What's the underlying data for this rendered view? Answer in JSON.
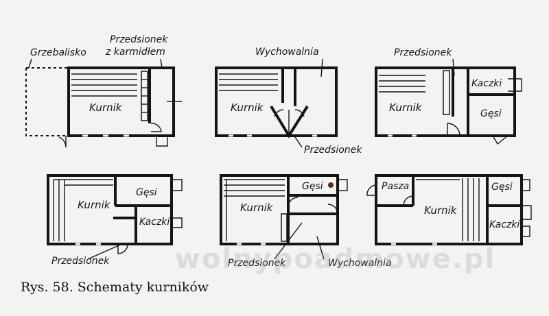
{
  "caption": "Rys. 58. Schematy kurników",
  "watermark": "wolnypoadmowe.pl",
  "plans": [
    {
      "labels": {
        "scratch_yard": "Grzebalisko",
        "vestibule_feed_1": "Przedsionek",
        "vestibule_feed_2": "z karmidłem",
        "coop": "Kurnik"
      }
    },
    {
      "labels": {
        "nursery": "Wychowalnia",
        "coop": "Kurnik",
        "vestibule": "Przedsionek"
      }
    },
    {
      "labels": {
        "vestibule": "Przedsionek",
        "ducks": "Kaczki",
        "coop": "Kurnik",
        "geese": "Gęsi"
      }
    },
    {
      "labels": {
        "geese": "Gęsi",
        "coop": "Kurnik",
        "ducks": "Kaczki",
        "vestibule": "Przedsionek"
      }
    },
    {
      "labels": {
        "geese": "Gęsi",
        "coop": "Kurnik",
        "vestibule": "Przedsionek",
        "nursery": "Wychowalnia"
      }
    },
    {
      "labels": {
        "feed": "Pasza",
        "geese": "Gęsi",
        "coop": "Kurnik",
        "ducks": "Kaczki"
      }
    }
  ]
}
